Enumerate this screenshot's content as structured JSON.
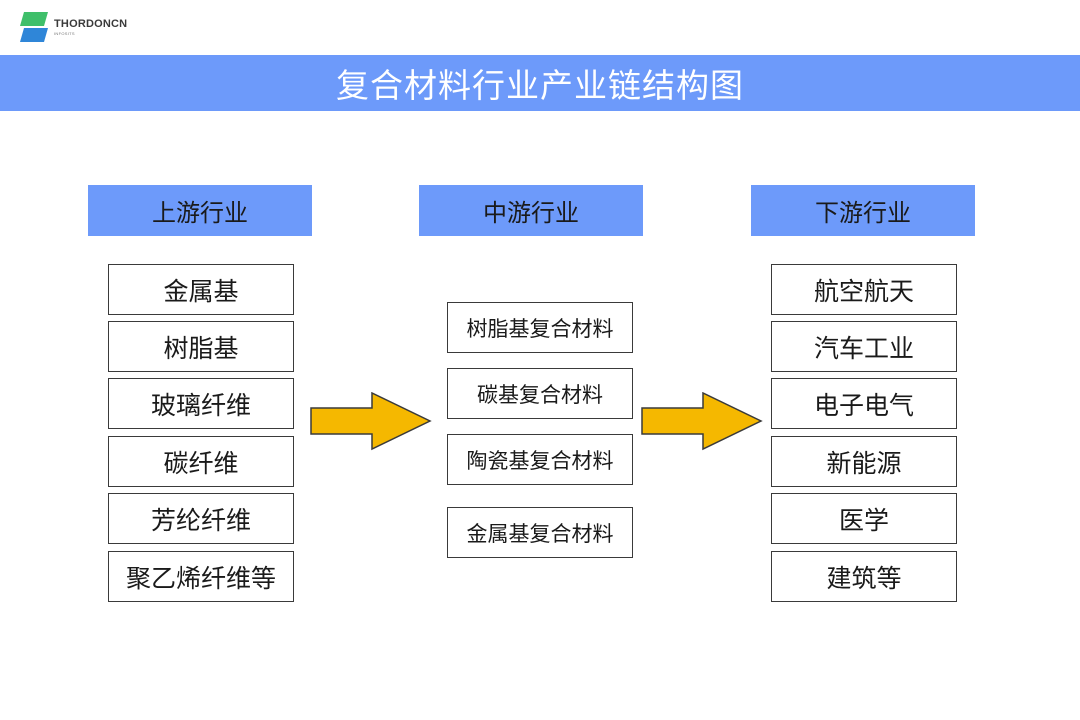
{
  "logo": {
    "name": "THORDONCN",
    "sub": "INFOSITS",
    "colors": {
      "green": "#3fbf6a",
      "blue": "#2f86d8"
    }
  },
  "title": "复合材料行业产业链结构图",
  "columns": [
    {
      "header": "上游行业",
      "items": [
        "金属基",
        "树脂基",
        "玻璃纤维",
        "碳纤维",
        "芳纶纤维",
        "聚乙烯纤维等"
      ]
    },
    {
      "header": "中游行业",
      "items": [
        "树脂基复合材料",
        "碳基复合材料",
        "陶瓷基复合材料",
        "金属基复合材料"
      ]
    },
    {
      "header": "下游行业",
      "items": [
        "航空航天",
        "汽车工业",
        "电子电气",
        "新能源",
        "医学",
        "建筑等"
      ]
    }
  ],
  "colors": {
    "header_bg": "#6d9afa",
    "arrow_fill": "#f5b800",
    "arrow_stroke": "#3a3a3a",
    "border": "#3a3a3a"
  }
}
